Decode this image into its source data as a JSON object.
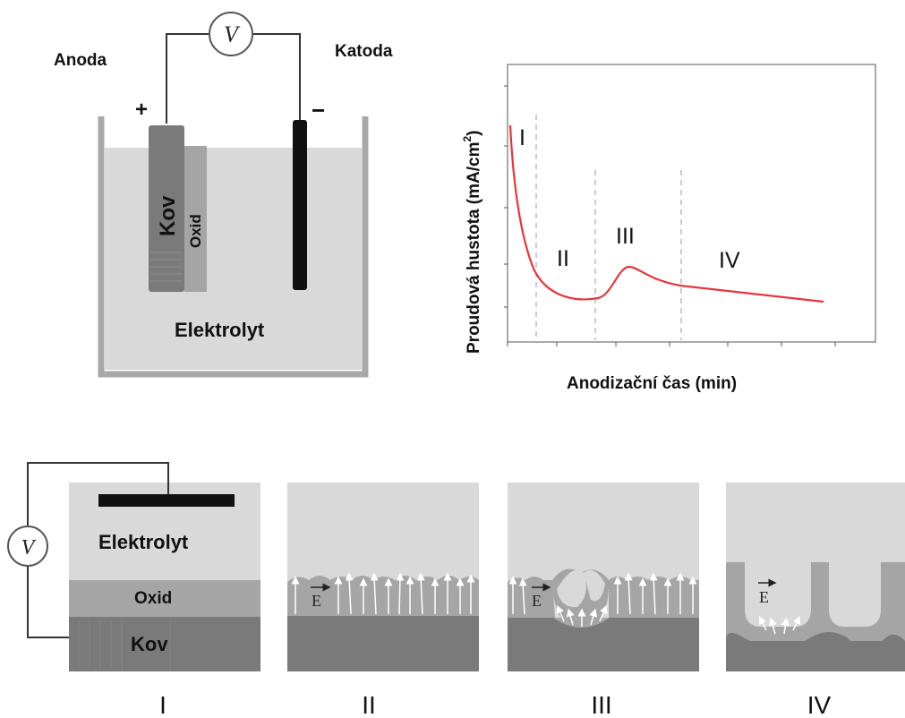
{
  "top_cell": {
    "anode_label": "Anoda",
    "cathode_label": "Katoda",
    "plus_sign": "+",
    "minus_sign": "−",
    "voltmeter": "V",
    "metal_label": "Kov",
    "oxide_label": "Oxid",
    "electrolyte_label": "Elektrolyt"
  },
  "graph": {
    "ylabel": "Proudová hustota (mA/cm",
    "ylabel_sup": "2",
    "ylabel_close": ")",
    "xlabel": "Anodizační čas (min)",
    "stages": [
      "I",
      "II",
      "III",
      "IV"
    ],
    "curve_color": "#e8343c"
  },
  "bottom_panels": {
    "voltmeter": "V",
    "electrolyte_label": "Elektrolyt",
    "oxide_label": "Oxid",
    "metal_label": "Kov",
    "field_symbol": "E",
    "stage_labels": [
      "I",
      "II",
      "III",
      "IV"
    ]
  },
  "colors": {
    "electrolyte": "#d9d9d9",
    "metal": "#7a7a7a",
    "oxide": "#a5a5a5",
    "container": "#a8a8a8",
    "electrode": "#111111"
  }
}
